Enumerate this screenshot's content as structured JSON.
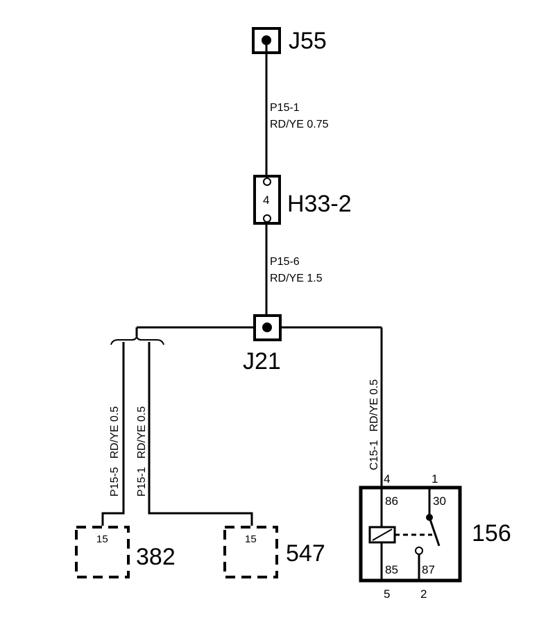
{
  "connectors": {
    "j55": "J55",
    "h33": "H33-2",
    "h33_pin": "4",
    "j21": "J21"
  },
  "wires": {
    "top": {
      "id": "P15-1",
      "spec": "RD/YE  0.75"
    },
    "mid": {
      "id": "P15-6",
      "spec": "RD/YE  1.5"
    },
    "left": {
      "id": "P15-5",
      "spec": "RD/YE   0.5"
    },
    "center": {
      "id": "P15-1",
      "spec": "RD/YE   0.5"
    },
    "right": {
      "id": "C15-1",
      "spec": "RD/YE   0.5"
    }
  },
  "components": {
    "c382": {
      "name": "382",
      "pin": "15"
    },
    "c547": {
      "name": "547",
      "pin": "15"
    },
    "relay": {
      "name": "156",
      "ext_pin_tl": "4",
      "ext_pin_tr": "1",
      "ext_pin_bl": "5",
      "ext_pin_br": "2",
      "int_86": "86",
      "int_30": "30",
      "int_85": "85",
      "int_87": "87"
    }
  }
}
